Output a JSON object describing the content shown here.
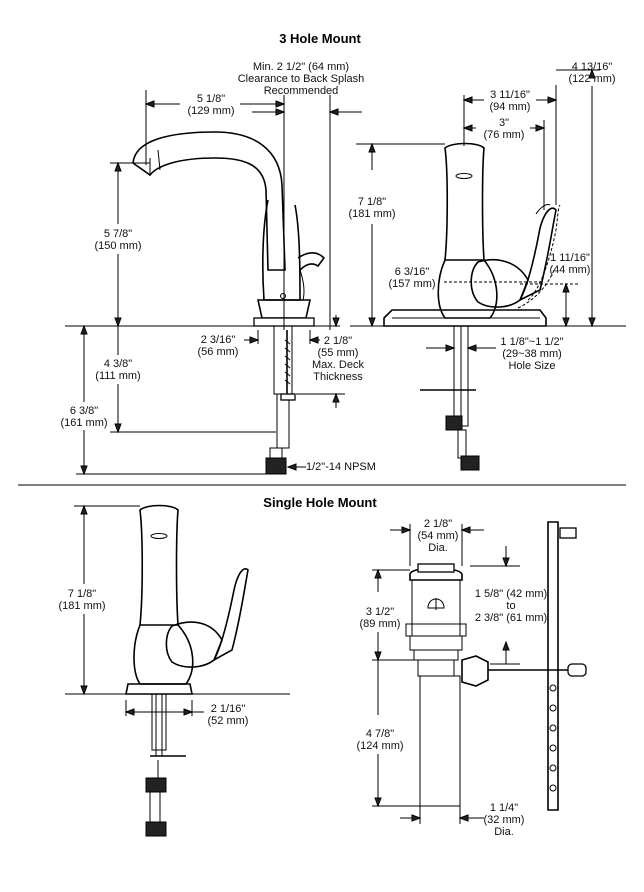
{
  "titles": {
    "three_hole": "3 Hole Mount",
    "single_hole": "Single Hole Mount"
  },
  "three_hole_dims": {
    "clearance": [
      "Min. 2 1/2\" (64 mm)",
      "Clearance to Back Splash",
      "Recommended"
    ],
    "spout_reach": [
      "5 1/8\"",
      "(129 mm)"
    ],
    "spout_height": [
      "5 7/8\"",
      "(150 mm)"
    ],
    "below_deck": [
      "4 3/8\"",
      "(111 mm)"
    ],
    "shank_length": [
      "6 3/8\"",
      "(161 mm)"
    ],
    "base_width": [
      "2 3/16\"",
      "(56 mm)"
    ],
    "deck_thickness": [
      "2 1/8\"",
      "(55 mm)",
      "Max. Deck",
      "Thickness"
    ],
    "npsm": "1/2\"-14 NPSM",
    "handle_reach": [
      "3 11/16\"",
      "(94 mm)"
    ],
    "body_reach": [
      "3\"",
      "(76 mm)"
    ],
    "handle_swing": [
      "4 13/16\"",
      "(122 mm)"
    ],
    "faucet_height": [
      "7 1/8\"",
      "(181 mm)"
    ],
    "escutcheon": [
      "6 3/16\"",
      "(157 mm)"
    ],
    "handle_height": [
      "1 11/16\"",
      "(44 mm)"
    ],
    "hole_size": [
      "1 1/8\"~1 1/2\"",
      "(29~38 mm)",
      "Hole Size"
    ]
  },
  "single_hole_dims": {
    "faucet_height": [
      "7 1/8\"",
      "(181 mm)"
    ],
    "base_width": [
      "2 1/16\"",
      "(52 mm)"
    ],
    "drain_flange": [
      "2 1/8\"",
      "(54 mm)",
      "Dia."
    ],
    "drain_top": [
      "3 1/2\"",
      "(89 mm)"
    ],
    "drain_adjust": [
      "1 5/8\" (42 mm)",
      "to",
      "2 3/8\" (61 mm)"
    ],
    "drain_tail": [
      "4 7/8\"",
      "(124 mm)"
    ],
    "tailpiece": [
      "1 1/4\"",
      "(32 mm)",
      "Dia."
    ]
  }
}
